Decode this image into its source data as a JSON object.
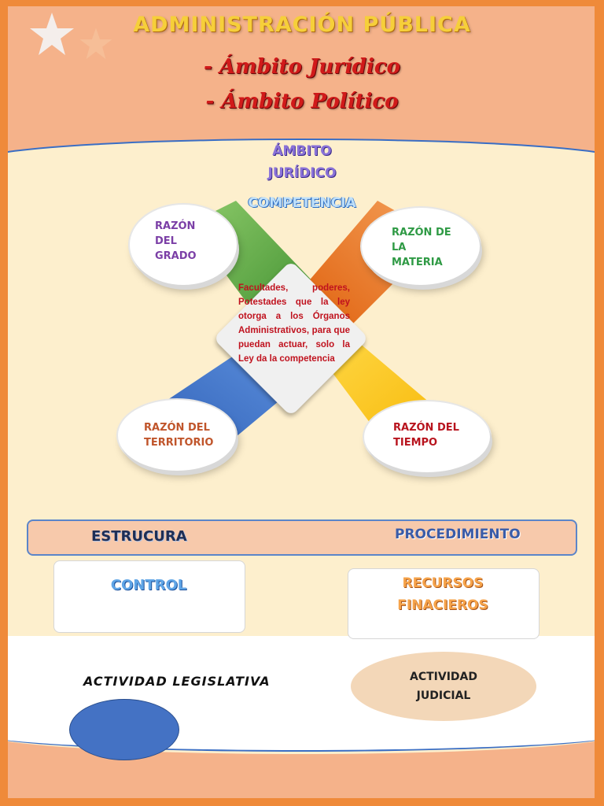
{
  "header": {
    "title": "ADMINISTRACIÓN PÚBLICA",
    "subtitle_1": "- Ámbito Jurídico",
    "subtitle_2": "- Ámbito Político"
  },
  "ambito": {
    "line1": "ÁMBITO",
    "line2": "JURÍDICO",
    "competencia": "COMPETENCIA"
  },
  "razones": {
    "grado": "RAZÓN\nDEL\nGRADO",
    "materia": "RAZÓN DE\nLA\nMATERIA",
    "territorio": "RAZÓN DEL\nTERRITORIO",
    "tiempo": "RAZÓN DEL\nTIEMPO"
  },
  "center_text": "Facultades, poderes, Potestades que la ley otorga a los Órganos Administrativos, para que puedan actuar, solo la Ley da la competencia",
  "bar": {
    "left": "ESTRUCURA",
    "right": "PROCEDIMIENTO"
  },
  "cards": {
    "control": "CONTROL",
    "recursos": "RECURSOS\nFINACIEROS"
  },
  "bottom": {
    "legislativa": "ACTIVIDAD LEGISLATIVA",
    "judicial": "ACTIVIDAD\nJUDICIAL"
  },
  "colors": {
    "green": "#5aa845",
    "orange": "#f07a24",
    "blue": "#3a6ec4",
    "yellow": "#f7c20c",
    "border": "#ef8a3a"
  }
}
